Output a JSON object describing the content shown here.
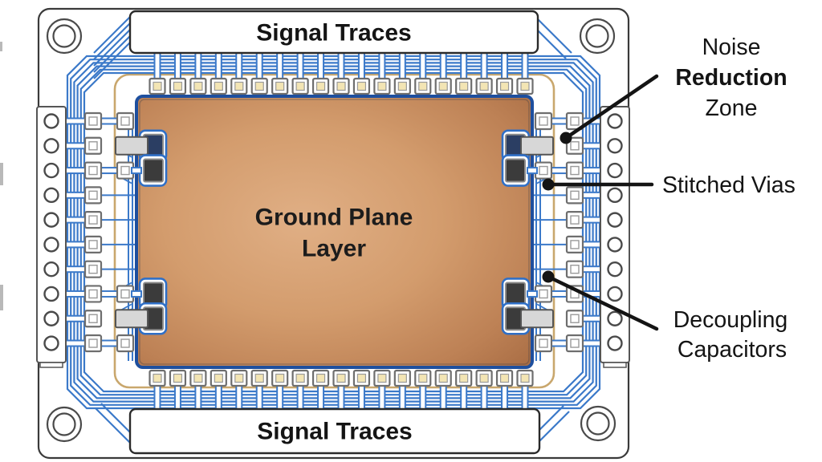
{
  "diagram": {
    "title_semantic": "PCB ground plane layout diagram",
    "labels": {
      "signal_traces_top": "Signal Traces",
      "signal_traces_bottom": "Signal Traces",
      "ground_plane": {
        "line1": "Ground Plane",
        "line2": "Layer"
      },
      "annotations": [
        {
          "id": "noise-reduction-zone",
          "lines": [
            {
              "text": "Noise",
              "bold": false
            },
            {
              "text": "Reduction",
              "bold": true
            },
            {
              "text": "Zone",
              "bold": false
            }
          ]
        },
        {
          "id": "stitched-vias",
          "lines": [
            {
              "text": "Stitched Vias",
              "bold": false
            }
          ]
        },
        {
          "id": "decoupling-capacitors",
          "lines": [
            {
              "text": "Decoupling",
              "bold": false
            },
            {
              "text": "Capacitors",
              "bold": false
            }
          ]
        }
      ]
    },
    "colors": {
      "trace_blue": "#3b79c9",
      "trace_blue_dark": "#2b5ca6",
      "copper_light": "#ddab82",
      "copper_mid": "#cf9768",
      "copper_dark": "#ab6f46",
      "pad_cream": "#f3e5b4",
      "zone_tan": "#c9a76d",
      "cap_navy": "#2b3e63",
      "cap_dark": "#3b3b3b",
      "cap_gray": "#d7d7d7",
      "board_outline": "#3a3a3a",
      "hole_outline": "#4a4a4a",
      "pad_outline": "#6e6e6e",
      "label_black": "#141414",
      "board_fill": "#ffffff"
    },
    "counts": {
      "top_pads": 19,
      "bottom_pads": 19,
      "side_pad_rows": 10,
      "via_circles_per_strip": 10,
      "mounting_holes": 4,
      "bus_lines": 6,
      "decoupling_capacitors": 8
    }
  }
}
